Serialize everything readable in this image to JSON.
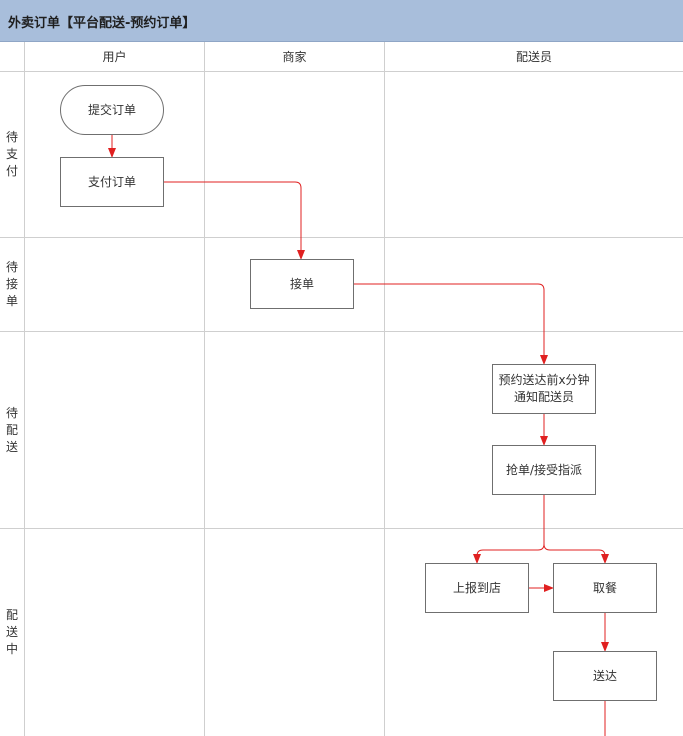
{
  "title": "外卖订单【平台配送-预约订单】",
  "lanes": [
    "用户",
    "商家",
    "配送员"
  ],
  "phases": [
    {
      "id": "pending-payment",
      "chars": [
        "待",
        "支",
        "付"
      ]
    },
    {
      "id": "pending-accept",
      "chars": [
        "待",
        "接",
        "单"
      ]
    },
    {
      "id": "pending-delivery",
      "chars": [
        "待",
        "配",
        "送"
      ]
    },
    {
      "id": "delivering",
      "chars": [
        "配",
        "送",
        "中"
      ]
    }
  ],
  "nodes": {
    "submit_order": "提交订单",
    "pay_order": "支付订单",
    "accept_order": "接单",
    "notify_line1": "预约送达前x分钟",
    "notify_line2": "通知配送员",
    "grab_order": "抢单/接受指派",
    "report_store": "上报到店",
    "pick_up": "取餐",
    "deliver": "送达"
  },
  "colors": {
    "header": "#a8bedb",
    "arrow": "#e02020",
    "grid": "#cfcfcf",
    "box_border": "#6f6f6f"
  }
}
